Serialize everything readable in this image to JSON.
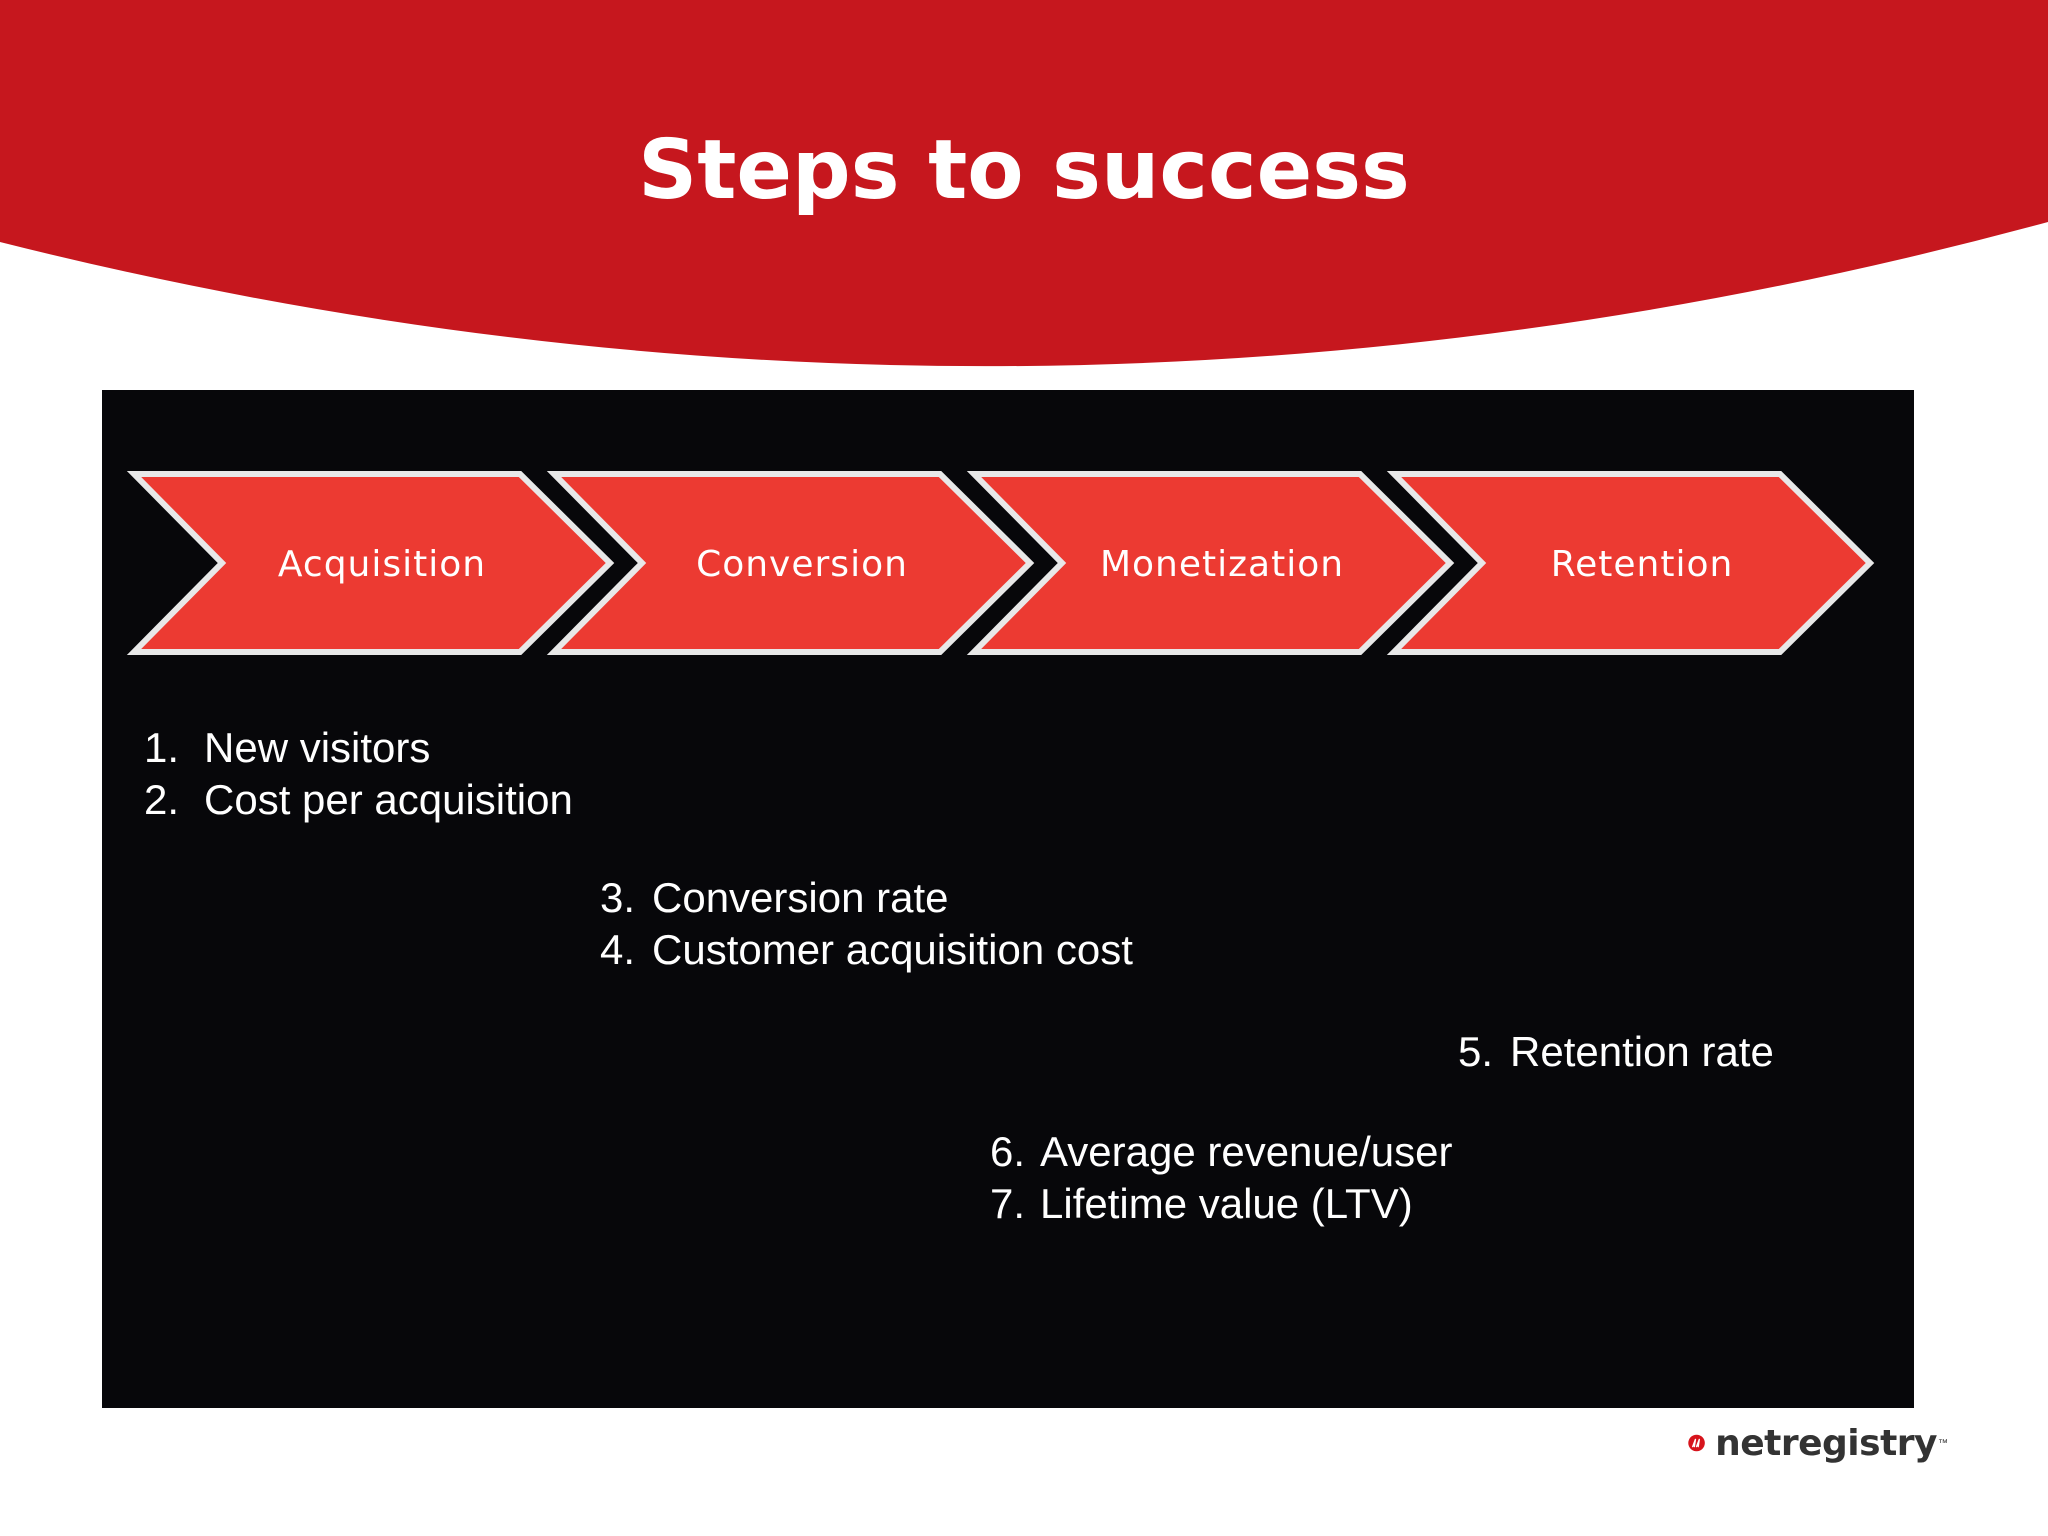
{
  "title": "Steps to success",
  "colors": {
    "banner": "#c6171e",
    "chevron_fill": "#ec3a32",
    "chevron_border": "#e8e8e8",
    "panel": "#07070a",
    "text": "#ffffff"
  },
  "stages": [
    {
      "label": "Acquisition"
    },
    {
      "label": "Conversion"
    },
    {
      "label": "Monetization"
    },
    {
      "label": "Retention"
    }
  ],
  "metric_groups": [
    {
      "items": [
        {
          "num": "1.",
          "text": "New visitors"
        },
        {
          "num": "2.",
          "text": "Cost per acquisition"
        }
      ]
    },
    {
      "items": [
        {
          "num": "3.",
          "text": "Conversion rate"
        },
        {
          "num": "4.",
          "text": "Customer acquisition cost"
        }
      ]
    },
    {
      "items": [
        {
          "num": "5.",
          "text": "Retention rate"
        }
      ]
    },
    {
      "items": [
        {
          "num": "6.",
          "text": "Average revenue/user"
        },
        {
          "num": "7.",
          "text": "Lifetime value (LTV)"
        }
      ]
    }
  ],
  "brand": {
    "name": "netregistry",
    "tm": "™",
    "logo_icon": "netregistry-logo-icon"
  }
}
